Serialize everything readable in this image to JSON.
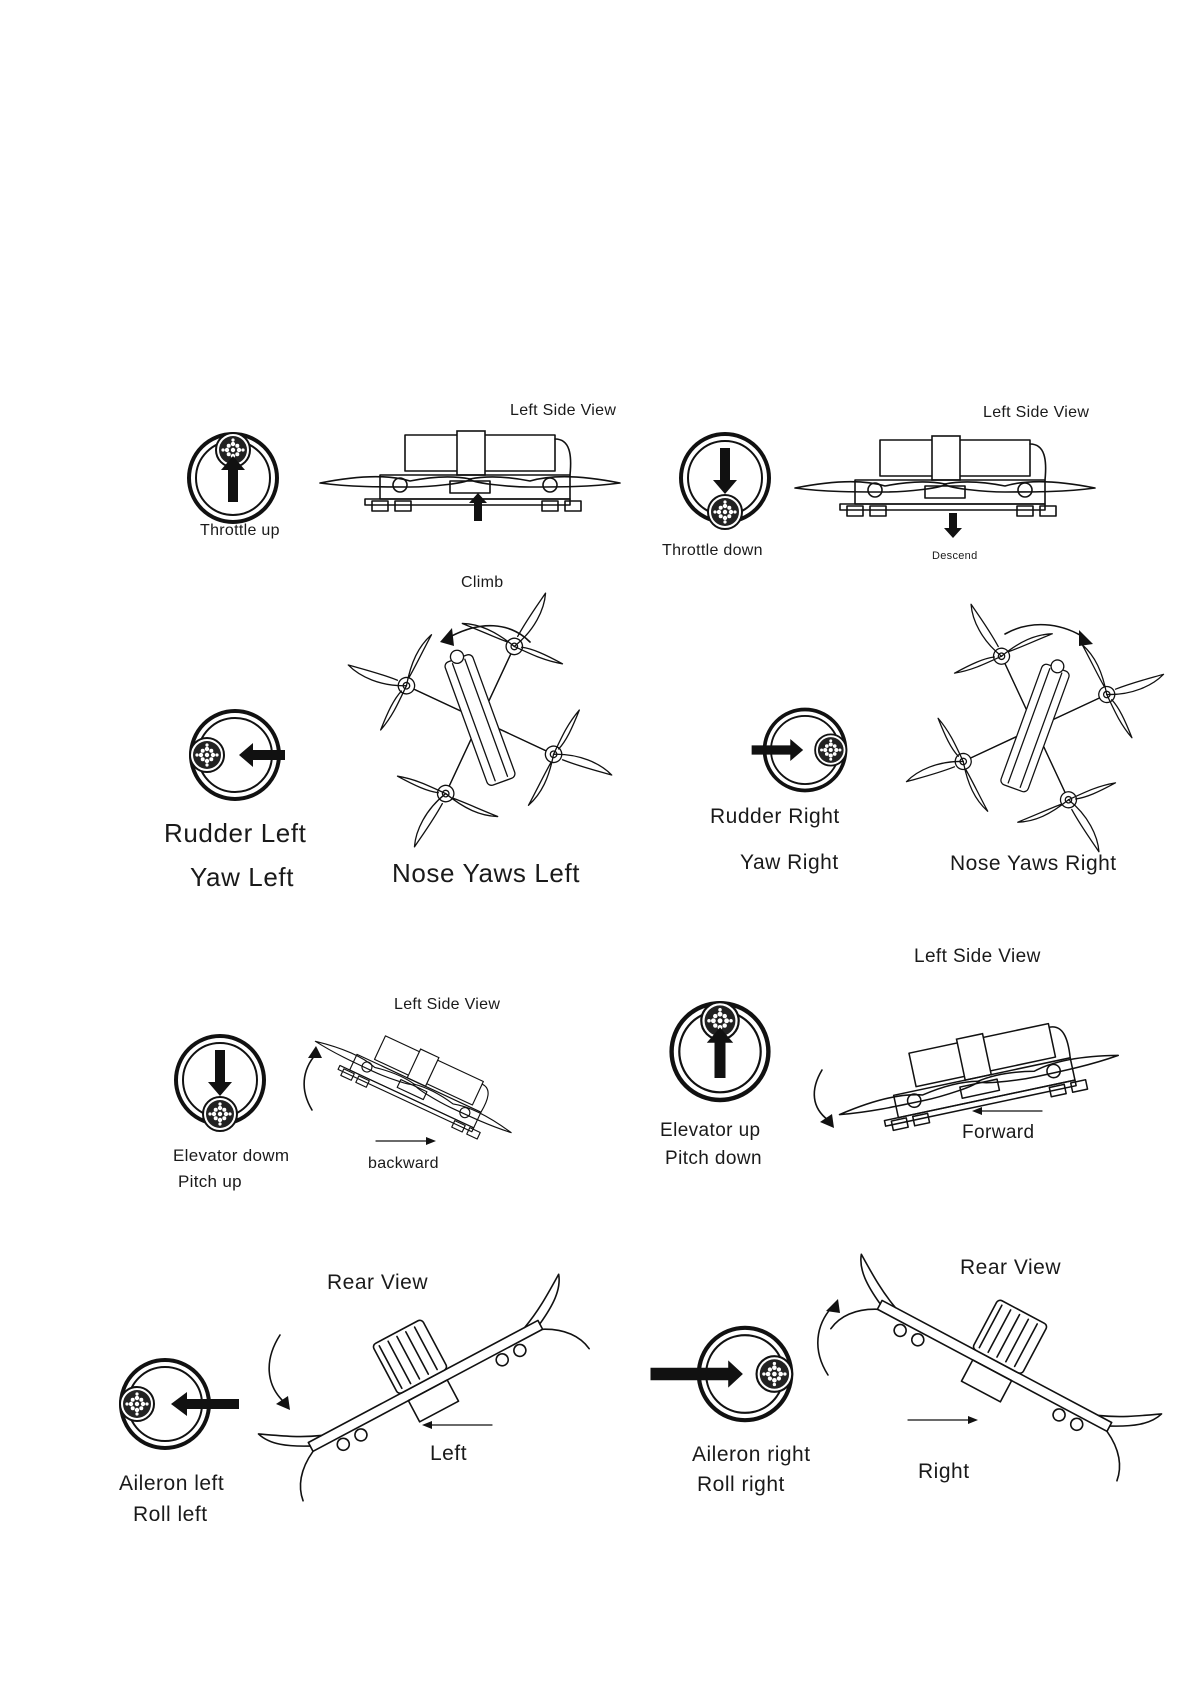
{
  "diagrams": [
    {
      "id": "throttle-up",
      "stick_label": [
        "Throttle up"
      ],
      "view_label": "Left Side View",
      "motion_label": "Climb"
    },
    {
      "id": "throttle-down",
      "stick_label": [
        "Throttle down"
      ],
      "view_label": "Left Side View",
      "motion_label": "Descend"
    },
    {
      "id": "rudder-left",
      "stick_label": [
        "Rudder Left",
        "Yaw Left"
      ],
      "motion_label": "Nose Yaws Left"
    },
    {
      "id": "rudder-right",
      "stick_label": [
        "Rudder Right",
        "Yaw Right"
      ],
      "motion_label": "Nose Yaws Right"
    },
    {
      "id": "elevator-down",
      "stick_label": [
        "Elevator dowm",
        "Pitch up"
      ],
      "view_label": "Left Side View",
      "motion_label": "backward"
    },
    {
      "id": "elevator-up",
      "stick_label": [
        "Elevator up",
        "Pitch down"
      ],
      "view_label": "Left Side View",
      "motion_label": "Forward"
    },
    {
      "id": "aileron-left",
      "stick_label": [
        "Aileron left",
        "Roll left"
      ],
      "view_label": "Rear  View",
      "motion_label": "Left"
    },
    {
      "id": "aileron-right",
      "stick_label": [
        "Aileron right",
        "Roll right"
      ],
      "view_label": "Rear View",
      "motion_label": "Right"
    }
  ]
}
